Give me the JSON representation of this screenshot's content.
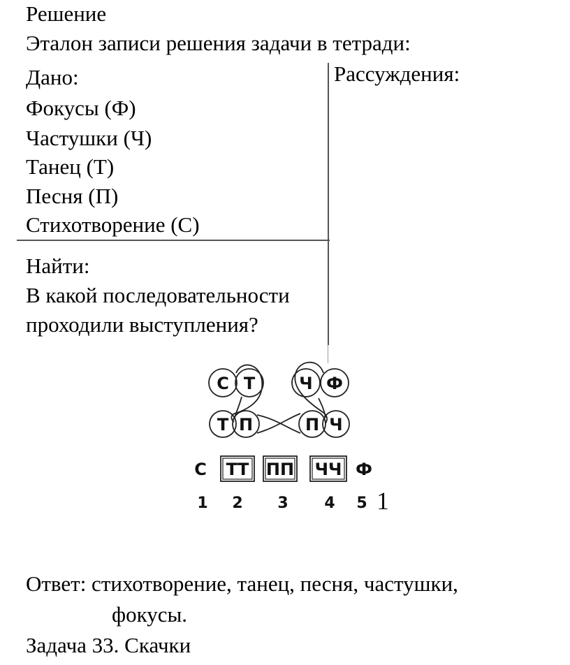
{
  "heading": "Решение",
  "subheading": "Эталон записи решения задачи в тетради:",
  "given": {
    "title": "Дано:",
    "items": [
      "Фокусы (Ф)",
      "Частушки (Ч)",
      "Танец (Т)",
      "Песня (П)",
      "Стихотворение (С)"
    ]
  },
  "reasoning_title": "Рассуждения:",
  "find": {
    "title": "Найти:",
    "lines": [
      "В какой последовательности",
      "проходили выступления?"
    ]
  },
  "diagram": {
    "top_left": [
      "С",
      "Т"
    ],
    "top_right": [
      "Ч",
      "Ф"
    ],
    "bottom_left": [
      "Т",
      "П"
    ],
    "bottom_right": [
      "П",
      "Ч"
    ],
    "sequence": [
      "С",
      "ТТ",
      "ПП",
      "ЧЧ",
      "Ф"
    ],
    "numbers": [
      "1",
      "2",
      "3",
      "4",
      "5"
    ],
    "extra_mark": "1"
  },
  "answer": {
    "line1": "Ответ: стихотворение, танец, песня, частушки,",
    "line2": "фокусы."
  },
  "next_task": "Задача 33. Скачки"
}
